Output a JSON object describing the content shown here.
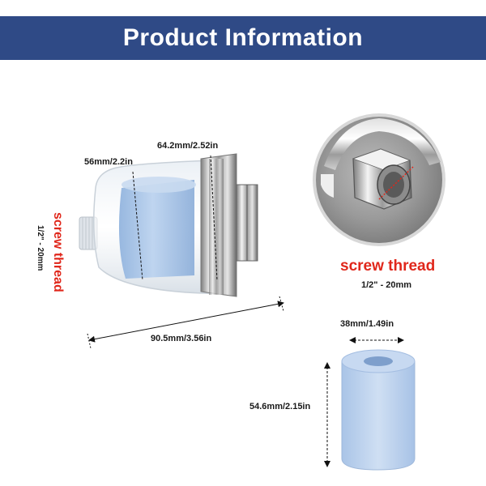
{
  "banner": {
    "title": "Product Information"
  },
  "filter": {
    "dim_neck": "56mm/2.2in",
    "dim_cap": "64.2mm/2.52in",
    "dim_length": "90.5mm/3.56in"
  },
  "side_label": {
    "title": "screw thread",
    "sub": "1/2\" - 20mm"
  },
  "closeup": {
    "title": "screw thread",
    "sub": "1/2\" - 20mm"
  },
  "cartridge": {
    "dim_width": "38mm/1.49in",
    "dim_height": "54.6mm/2.15in"
  },
  "colors": {
    "banner": "#2f4a86",
    "accent_red": "#e0271b",
    "cartridge_blue": "#a9c6e8"
  }
}
